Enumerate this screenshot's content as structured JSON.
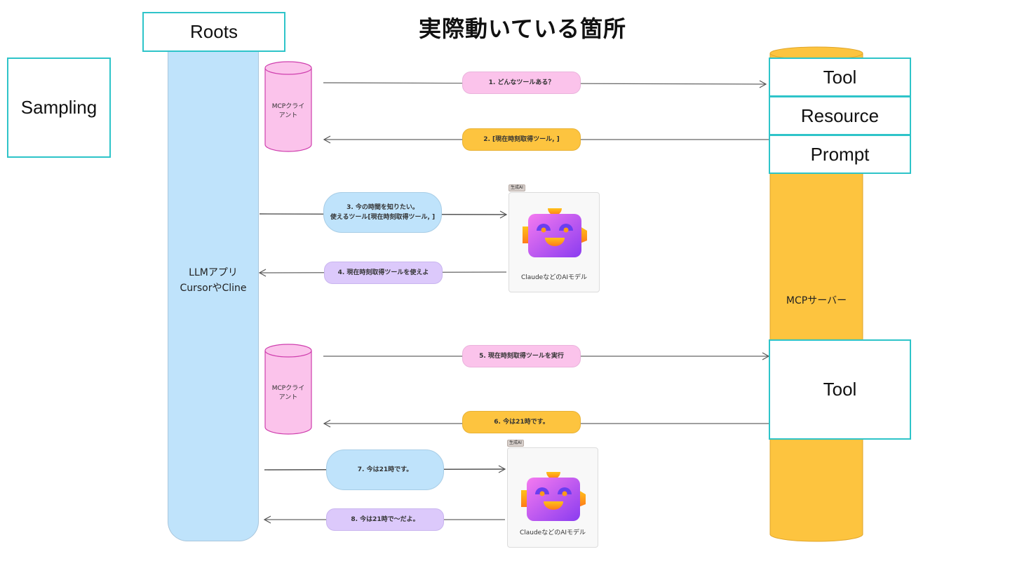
{
  "title": "実際動いている箇所",
  "boxes": {
    "roots": "Roots",
    "sampling": "Sampling",
    "server_features": [
      "Tool",
      "Resource",
      "Prompt"
    ],
    "server_tool_lower": "Tool"
  },
  "llm_app": {
    "line1": "LLMアプリ",
    "line2": "CursorやCline"
  },
  "mcp_client": {
    "line1": "MCPクライ",
    "line2": "アント"
  },
  "mcp_server": "MCPサーバー",
  "ai_model": {
    "badge": "生成AI",
    "label": "ClaudeなどのAIモデル",
    "icon": "robot-face-icon"
  },
  "messages": [
    {
      "step": 1,
      "text": "1. どんなツールある？",
      "direction": "client-to-server",
      "color": "#fbc3eb"
    },
    {
      "step": 2,
      "text": "2. [現在時刻取得ツール, ]",
      "direction": "server-to-client",
      "color": "#fdc43f"
    },
    {
      "step": 3,
      "text": "3. 今の時間を知りたい。",
      "text2": "使えるツール[現在時刻取得ツール, ]",
      "direction": "app-to-ai",
      "color": "#bfe3fb"
    },
    {
      "step": 4,
      "text": "4. 現在時刻取得ツールを使えよ",
      "direction": "ai-to-app",
      "color": "#dcc9fb"
    },
    {
      "step": 5,
      "text": "5. 現在時刻取得ツールを実行",
      "direction": "client-to-server",
      "color": "#fbc3eb"
    },
    {
      "step": 6,
      "text": "6. 今は21時です。",
      "direction": "server-to-client",
      "color": "#fdc43f"
    },
    {
      "step": 7,
      "text": "7. 今は21時です。",
      "direction": "app-to-ai",
      "color": "#bfe3fb"
    },
    {
      "step": 8,
      "text": "8. 今は21時で〜だよ。",
      "direction": "ai-to-app",
      "color": "#dcc9fb"
    }
  ],
  "colors": {
    "teal_border": "#2ec4c9",
    "llm_blue": "#bfe3fb",
    "client_pink": "#fbc3eb",
    "server_orange": "#fdc43f"
  }
}
